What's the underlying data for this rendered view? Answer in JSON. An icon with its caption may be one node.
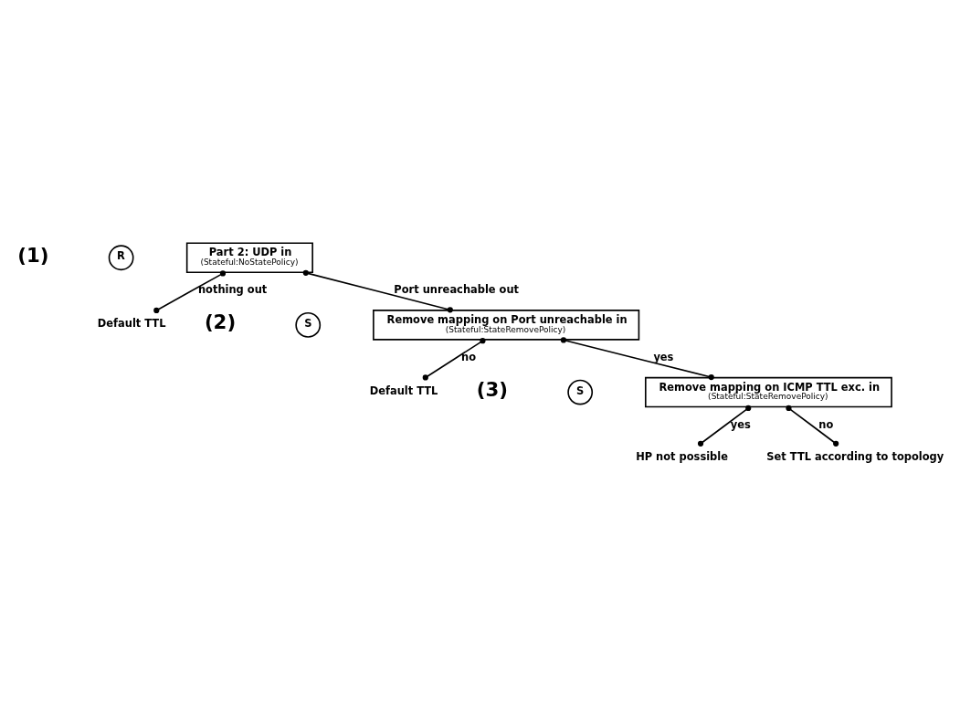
{
  "diagram": {
    "nodes": [
      {
        "text": [
          "Part 2: UDP in",
          "(Stateful:NoStatePolicy)"
        ]
      },
      {
        "text": [
          "R"
        ]
      },
      {
        "text": [
          "Default TTL"
        ]
      },
      {
        "text": [
          "Remove mapping on Port unreachable in",
          "(Stateful:StateRemovePolicy)"
        ]
      },
      {
        "text": [
          "S"
        ]
      },
      {
        "text": [
          "Default TTL"
        ]
      },
      {
        "text": [
          "Remove mapping on ICMP TTL exc. in",
          "(Stateful:StateRemovePolicy)"
        ]
      },
      {
        "text": [
          "S"
        ]
      },
      {
        "text": [
          "HP not possible"
        ]
      },
      {
        "text": [
          "Set TTL according to topology"
        ]
      }
    ],
    "edges": [
      {
        "from": 0,
        "to": 3,
        "arrow": "other",
        "label": "Port unreachable out"
      },
      {
        "from": 0,
        "to": 2,
        "arrow": "other",
        "label": "nothing out"
      },
      {
        "from": 3,
        "to": 6,
        "arrow": "other",
        "label": "yes"
      },
      {
        "from": 3,
        "to": 5,
        "arrow": "other",
        "label": "no"
      },
      {
        "from": 6,
        "to": 8,
        "arrow": "other",
        "label": "yes"
      },
      {
        "from": 6,
        "to": 9,
        "arrow": "other",
        "label": "no"
      }
    ],
    "labels": [
      "(1)",
      "(2)",
      "(3)"
    ]
  }
}
